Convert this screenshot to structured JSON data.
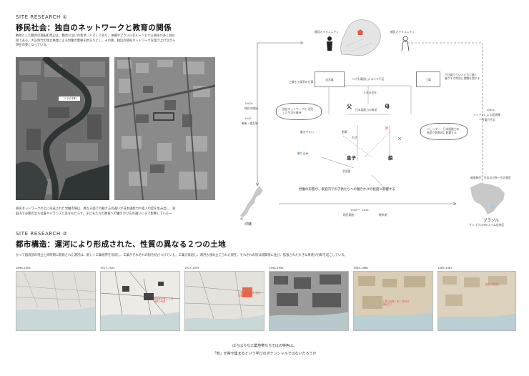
{
  "section1": {
    "label": "SITE RESEARCH ①",
    "title": "移民社会：独自のネットワークと教育の関係",
    "intro_lines": [
      "敷地とした鶴見の潮田町周辺は、鶴見川沿いの新地（ハマ）であり、沖縄やブラジルをルーツとする移民が多く住む",
      "街である。大正時代の埋立事業による労働力需要を始まりとし、その後、独自の移民ネットワークを築き上げながら",
      "現在の姿となっている。"
    ],
    "photo_left_label": "ハマの下町",
    "caption_lines": [
      "移民ネットワークの上に形成された労働市場は、異なる面での動き方の違いが日本語能力や進入の度を生み出し、家",
      "庭内で必要の立ち位置やバランスに差をもたらす。子どもたちの教育への働きかけ方の違いにまで影響している→"
    ]
  },
  "diagram": {
    "community_left": "鶴見オキミュニティ",
    "community_right": "鶴見オキミュニティ",
    "box_left": "自営業",
    "box_right": "工場",
    "link_top": "ハブ＆東欧による人々不足",
    "link_label_a": "土木の会社",
    "box_left_note": "主業を工場系の仕事",
    "box_right_note": "正社員でらい人たちで働く 者がする特別に就職を増やす",
    "father": "父",
    "mother": "母",
    "father_mother_link": "日本語能力の格差",
    "bubble_left": "独自ネットワークを 活用した生活を維持",
    "bubble_right": "ジェンダー、日本語能力の 格差が変数的に影響する",
    "son": "息子",
    "daughter": "娘",
    "school": "学習塾",
    "absorb": "取り込み",
    "left_mid_1": "働きやすい",
    "left_mid_2": "影響",
    "left_mid_3": "生活",
    "result": "労働の形態が、家庭内での子供たちへの働きかけの程度に影響する",
    "timeline_left_year": "1900s",
    "timeline_left_a": "移民の開始",
    "timeline_left_b": "1945",
    "timeline_left_c": "戦後・徴兵制",
    "timeline_right_year": "1980s",
    "timeline_right_a": "インフレによる経済難",
    "timeline_right_b": "一労働力不足",
    "bottom_years": "1908 〜 1940",
    "bottom_years_note": "移民開始",
    "bottom_years_note2": "戦争期",
    "okinawa": "沖縄",
    "brazil": "ブラジル",
    "brazil_note": "サンパウロ州のスラム化地区",
    "brazil_top_note": "越境移民 / 日本の日系一世の移民"
  },
  "section2": {
    "label": "SITE RESEARCH ②",
    "title": "都市構造：運河により形成された、性質の異なる２つの土地",
    "intro": "かつて臨海部の埋立と同時期に開発された運河は、新しく工業地帯を形成し、工業がそれぞれの街を結びつけていた。工業が衰退し、運河も埋め立てられた現在、それぞれの街は無関係に並び、拡張された大きな車道が分断を起こしている。",
    "maps": [
      {
        "period": "1896-1909",
        "note": ""
      },
      {
        "period": "1917-1924",
        "note": "臨海部の埋立 工業地帯の形成"
      },
      {
        "period": "1927-1939",
        "note": "工業地帯の拡大 運河の開削"
      },
      {
        "period": "1944-1954",
        "note": ""
      },
      {
        "period": "1965-1968",
        "note": "工業の衰退に伴い 運河が埋め立て"
      },
      {
        "period": "1983-1987",
        "note": "現在の街並み"
      }
    ]
  },
  "footer": {
    "line1": "ばらばらな工業地帯ならではの特色は、",
    "line2": "「他」が寄せ集まるという学びのポテンシャルではないだろうか"
  },
  "colors": {
    "accent_red": "#e05a4a",
    "photo_gray": "#5f5f5f",
    "map_beige": "#d9d6cf",
    "water": "#b9cfd3"
  }
}
